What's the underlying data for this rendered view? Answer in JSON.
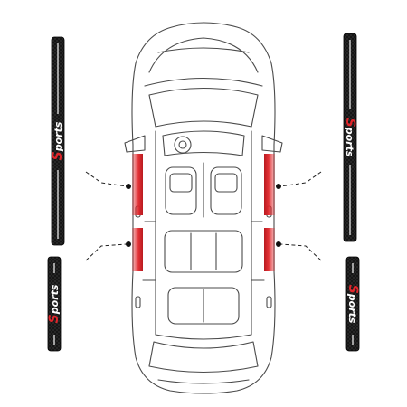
{
  "product": {
    "strip_text": "Sports",
    "accent_color": "#e0262b",
    "strip_color": "#161616",
    "car_line_color": "#4a4a4a"
  },
  "strips": [
    {
      "id": "top-left",
      "label": "Sports"
    },
    {
      "id": "bottom-left",
      "label": "Sports"
    },
    {
      "id": "top-right",
      "label": "Sports"
    },
    {
      "id": "bottom-right",
      "label": "Sports"
    }
  ],
  "markers": [
    {
      "id": "front-left-door"
    },
    {
      "id": "rear-left-door"
    },
    {
      "id": "front-right-door"
    },
    {
      "id": "rear-right-door"
    }
  ]
}
